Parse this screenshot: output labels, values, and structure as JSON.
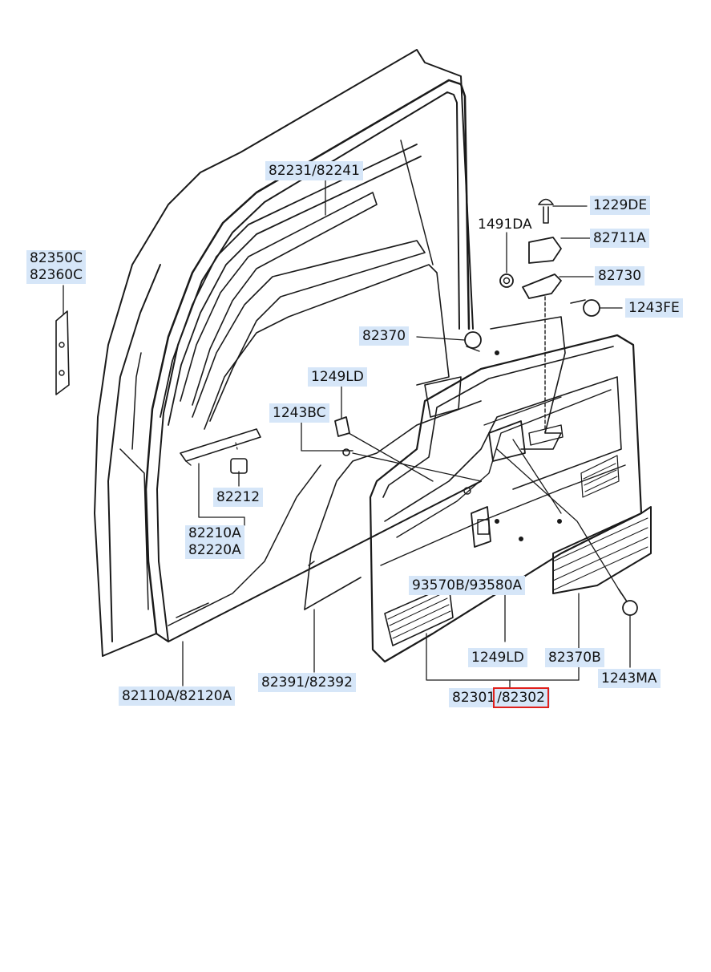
{
  "diagram": {
    "labels": {
      "l_82231": "82231/82241",
      "l_82350c": "82350C",
      "l_82360c": "82360C",
      "l_1491da": "1491DA",
      "l_1229de": "1229DE",
      "l_82711a": "82711A",
      "l_82730": "82730",
      "l_1243fe": "1243FE",
      "l_82370": "82370",
      "l_1249ld_top": "1249LD",
      "l_1243bc": "1243BC",
      "l_82212": "82212",
      "l_82210a": "82210A",
      "l_82220a": "82220A",
      "l_93570b": "93570B/93580A",
      "l_82110a": "82110A/82120A",
      "l_82391": "82391/82392",
      "l_1249ld_bot": "1249LD",
      "l_82370b": "82370B",
      "l_1243ma": "1243MA",
      "l_82301": "82301",
      "l_slash": "/",
      "l_82302": "82302"
    },
    "colors": {
      "label_bg": "#d6e6f8",
      "selected_outline": "#e0201c",
      "line": "#1a1a1a"
    }
  }
}
